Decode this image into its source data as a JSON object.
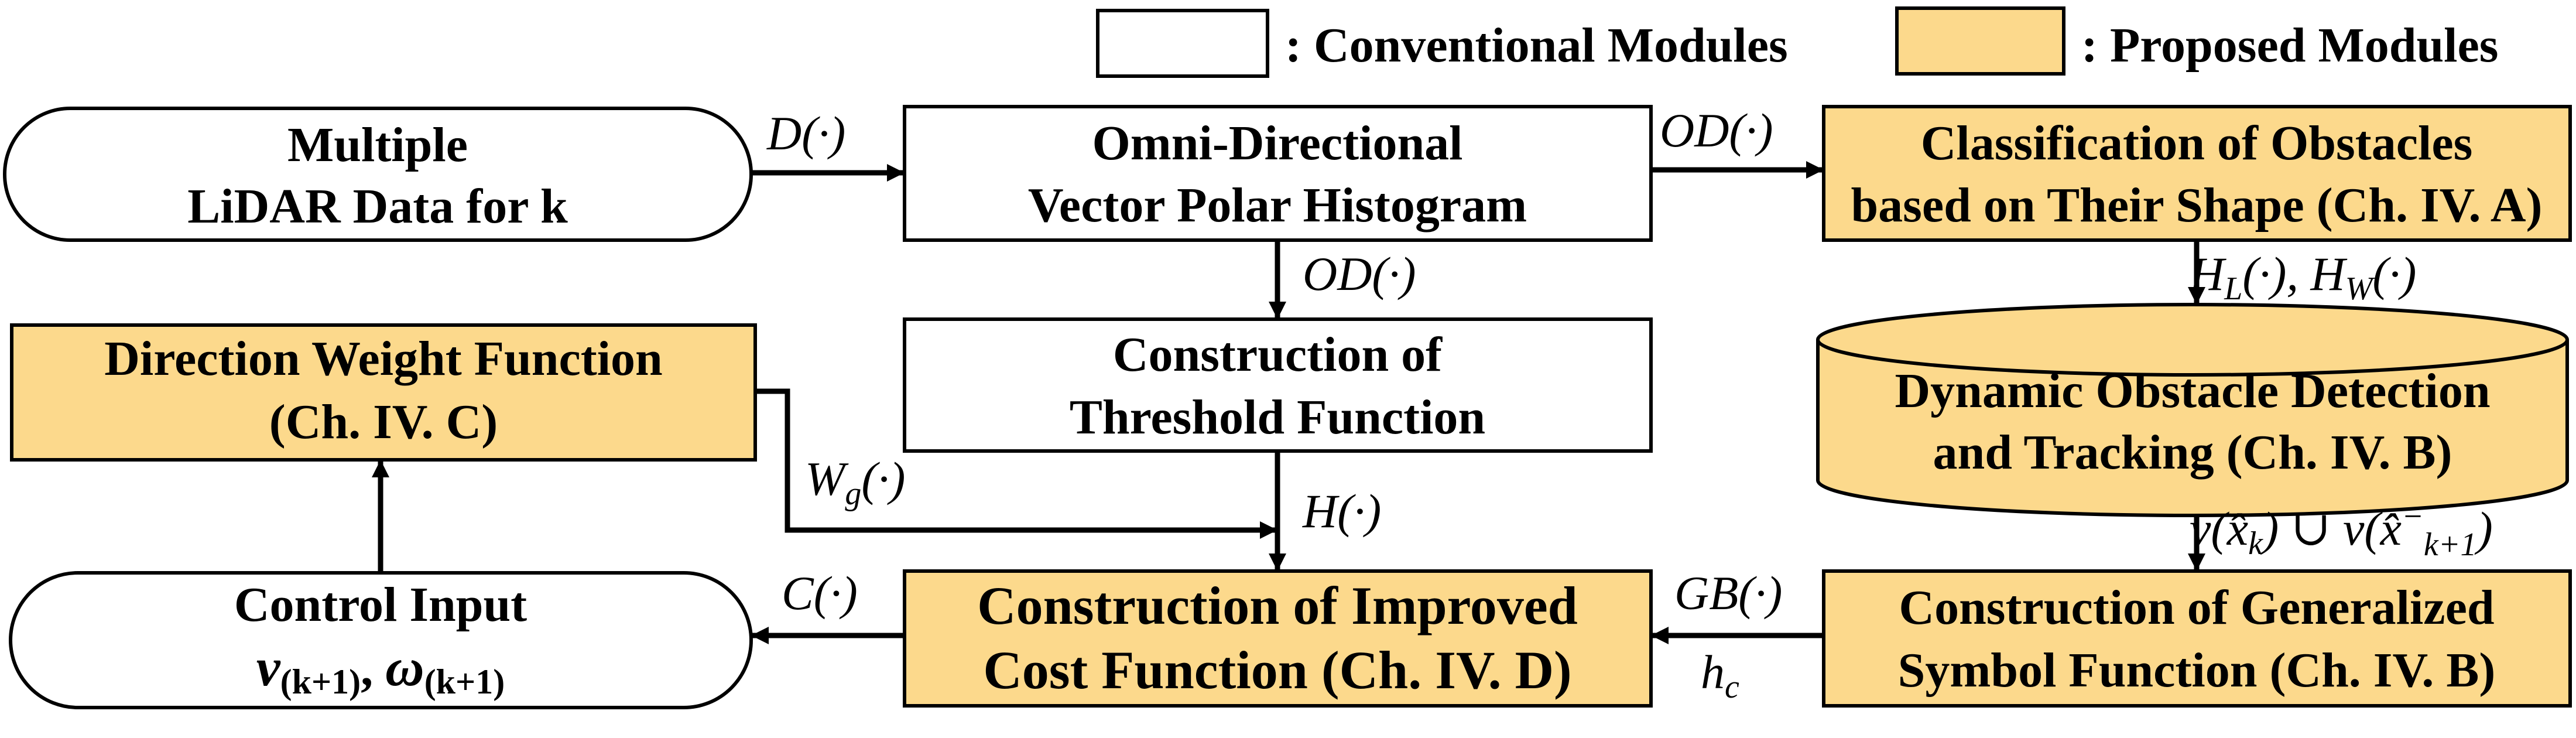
{
  "legend": {
    "conventional": ": Conventional  Modules",
    "proposed": ": Proposed Modules"
  },
  "nodes": {
    "lidar": [
      "Multiple",
      "LiDAR Data for k"
    ],
    "ovph": [
      "Omni-Directional",
      "Vector Polar  Histogram"
    ],
    "classify": [
      "Classification of Obstacles",
      "based on Their Shape (Ch. IV. A)"
    ],
    "threshold": [
      "Construction  of",
      "Threshold Function"
    ],
    "direction": [
      "Direction  Weight  Function",
      "(Ch. IV. C)"
    ],
    "dynamic": [
      "Dynamic Obstacle Detection",
      "and Tracking (Ch. IV. B)"
    ],
    "control": [
      "Control Input",
      "v(k+1), ω(k+1)"
    ],
    "cost": [
      "Construction of Improved",
      "Cost Function (Ch. IV. D)"
    ],
    "gsf": [
      "Construction of Generalized",
      "Symbol Function (Ch. IV. B)"
    ]
  },
  "edges": {
    "d": "D(·)",
    "od1": "OD(·)",
    "od2": "OD(·)",
    "hlw": "H_L(·), H_W(·)",
    "wg": "W_g(·)",
    "h": "H(·)",
    "nu": "ν(x̂_k) ∪ ν(x̂⁻_{k+1})",
    "gb": "GB(·)",
    "hc": "h_c",
    "c": "C(·)"
  },
  "colors": {
    "proposed_fill": "#fcd98c",
    "conventional_fill": "#ffffff"
  }
}
